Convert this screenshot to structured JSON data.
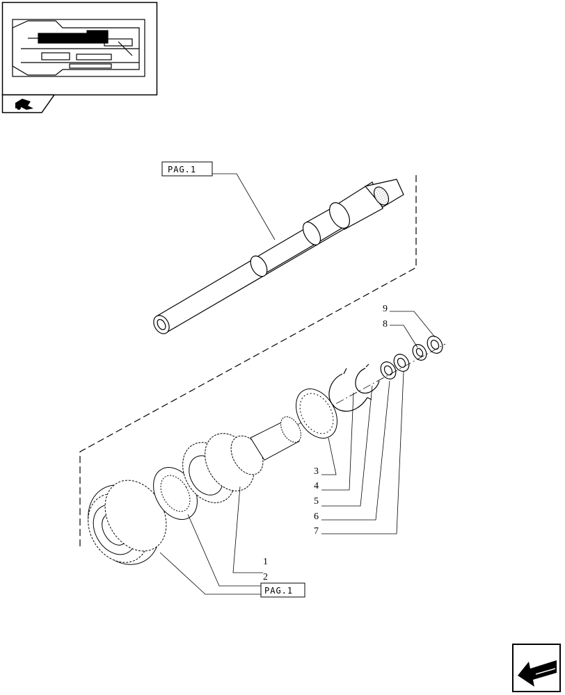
{
  "callouts": {
    "pag_top": "PAG.1",
    "pag_bottom": "PAG.1",
    "n1": "1",
    "n2": "2",
    "n3": "3",
    "n4": "4",
    "n5": "5",
    "n6": "6",
    "n7": "7",
    "n8": "8",
    "n9": "9"
  },
  "icons": {
    "thumbnail_tab": "tractor-icon",
    "navigation": "back-arrow-icon"
  }
}
